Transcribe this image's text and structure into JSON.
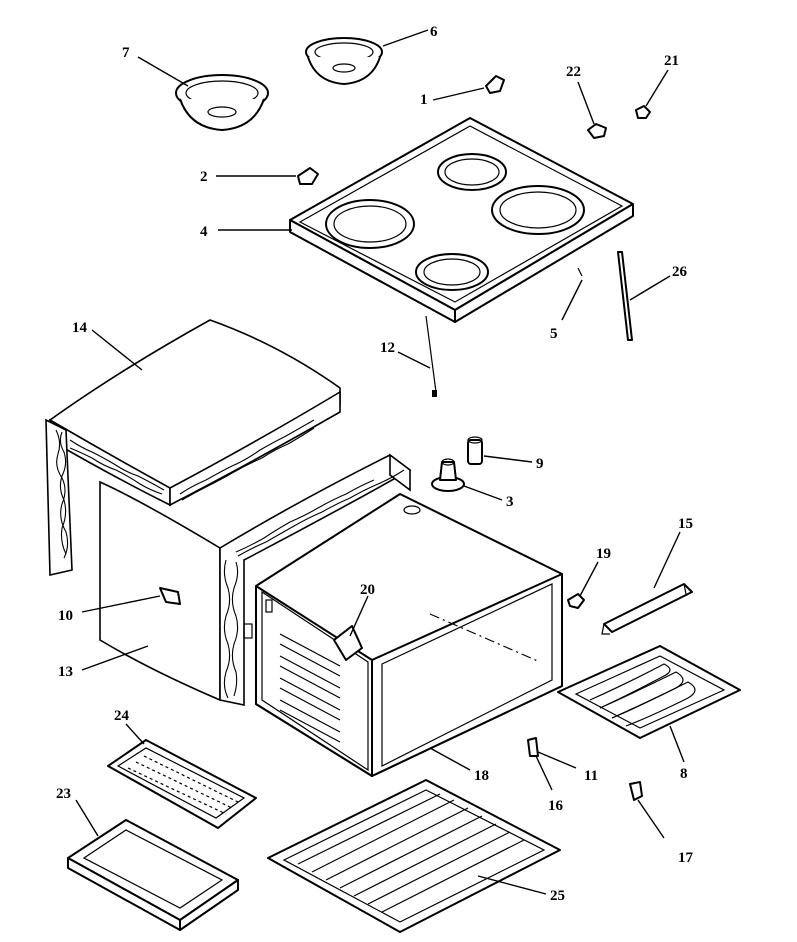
{
  "labels": {
    "p1": "1",
    "p2": "2",
    "p3": "3",
    "p4": "4",
    "p5": "5",
    "p6": "6",
    "p7": "7",
    "p8": "8",
    "p9": "9",
    "p10": "10",
    "p11": "11",
    "p12": "12",
    "p13": "13",
    "p14": "14",
    "p15": "15",
    "p16": "16",
    "p17": "17",
    "p18": "18",
    "p19": "19",
    "p20": "20",
    "p21": "21",
    "p22": "22",
    "p23": "23",
    "p24": "24",
    "p25": "25",
    "p26": "26"
  }
}
